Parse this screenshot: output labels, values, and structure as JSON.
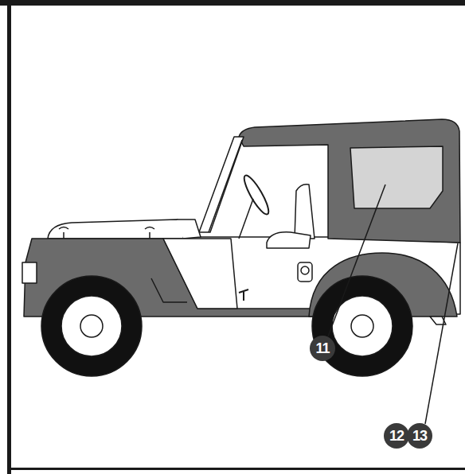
{
  "diagram": {
    "labels": [
      "11",
      "12",
      "13"
    ]
  }
}
